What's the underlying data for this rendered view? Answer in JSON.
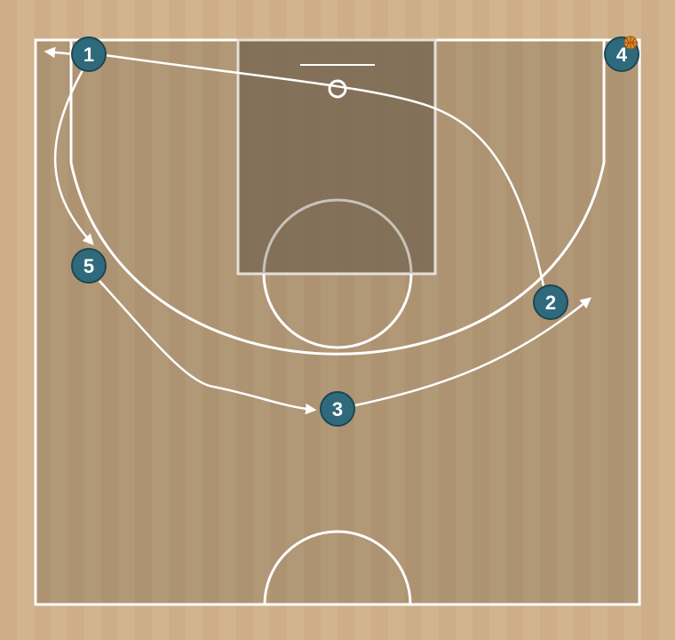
{
  "colors": {
    "outer_wood": "#d2b48e",
    "court_floor": "#b09675",
    "paint": "#7d6a54",
    "lines": "#ffffff",
    "player_fill": "#2f6a7c",
    "player_stroke": "#1e4652",
    "ball": "#e8882a"
  },
  "players": [
    {
      "id": "p1",
      "label": "1",
      "icon": "player-circle"
    },
    {
      "id": "p2",
      "label": "2",
      "icon": "player-circle"
    },
    {
      "id": "p3",
      "label": "3",
      "icon": "player-circle"
    },
    {
      "id": "p4",
      "label": "4",
      "icon": "player-circle",
      "has_ball": true
    },
    {
      "id": "p5",
      "label": "5",
      "icon": "player-circle"
    }
  ],
  "ball": {
    "icon": "basketball-icon"
  }
}
